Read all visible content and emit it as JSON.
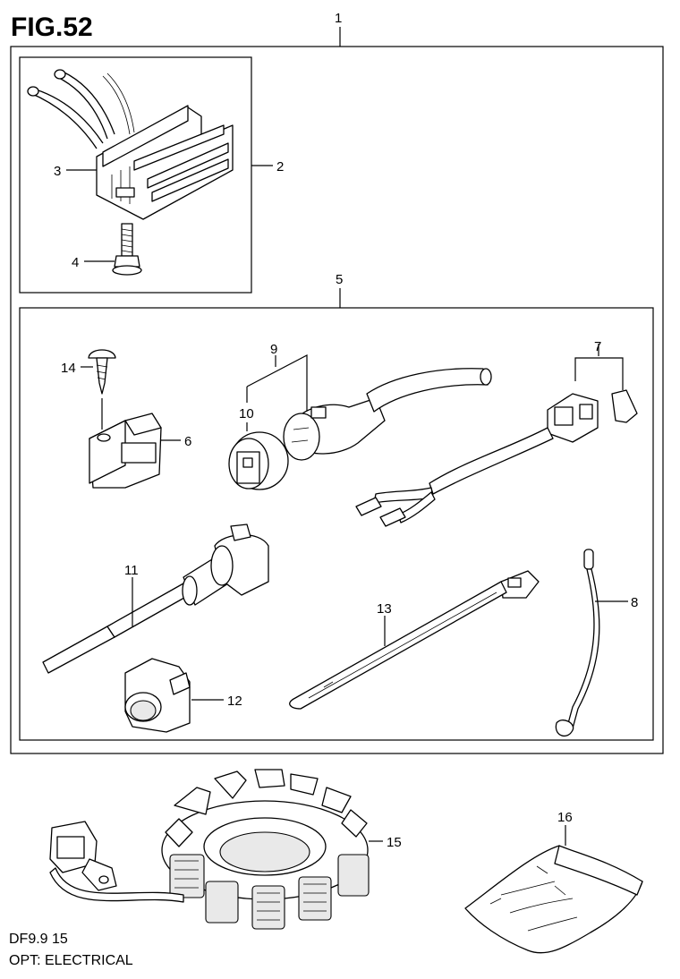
{
  "figure": {
    "title": "FIG.52",
    "model": "DF9.9 15",
    "category": "OPT: ELECTRICAL"
  },
  "callouts": [
    {
      "id": "c1",
      "label": "1"
    },
    {
      "id": "c2",
      "label": "2"
    },
    {
      "id": "c3",
      "label": "3"
    },
    {
      "id": "c4",
      "label": "4"
    },
    {
      "id": "c5",
      "label": "5"
    },
    {
      "id": "c6",
      "label": "6"
    },
    {
      "id": "c7",
      "label": "7"
    },
    {
      "id": "c8",
      "label": "8"
    },
    {
      "id": "c9",
      "label": "9"
    },
    {
      "id": "c10",
      "label": "10"
    },
    {
      "id": "c11",
      "label": "11"
    },
    {
      "id": "c12",
      "label": "12"
    },
    {
      "id": "c13",
      "label": "13"
    },
    {
      "id": "c14",
      "label": "14"
    },
    {
      "id": "c15",
      "label": "15"
    },
    {
      "id": "c16",
      "label": "16"
    }
  ]
}
